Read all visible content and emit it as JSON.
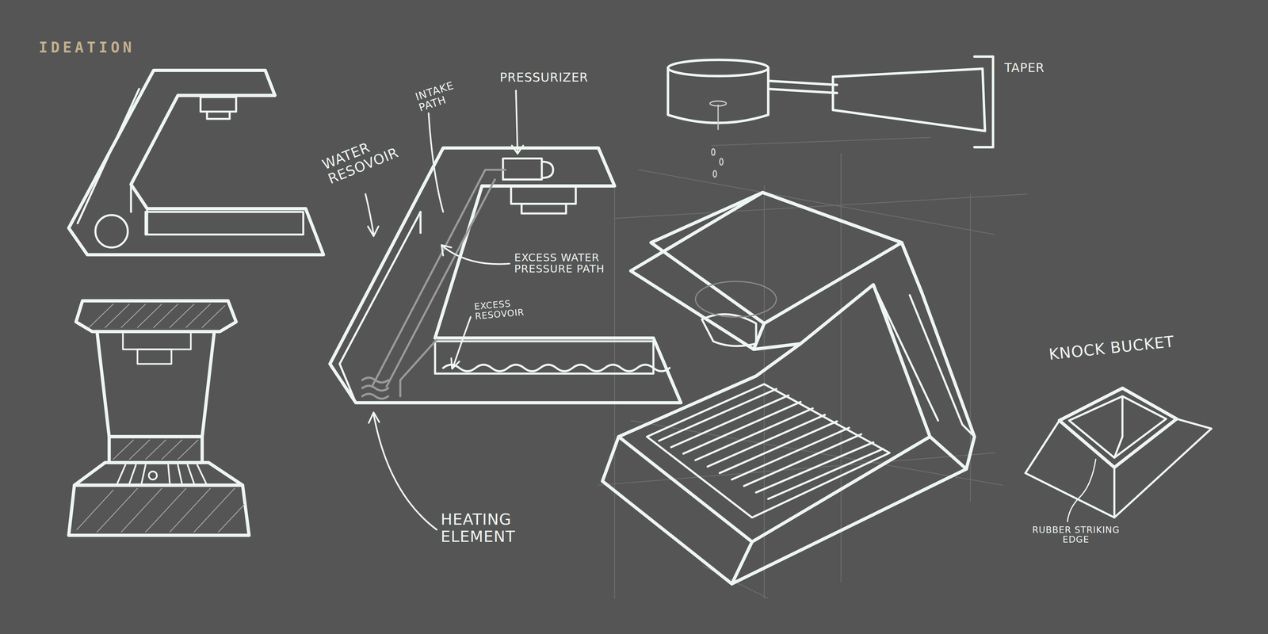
{
  "diagram": {
    "title": "IDEATION",
    "labels": [
      "PRESSURIZER",
      "INTAKE PATH",
      "WATER RESOVOIR",
      "EXCESS WATER PRESSURE PATH",
      "EXCESS RESOVOIR",
      "HEATING ELEMENT",
      "TAPER",
      "KNOCK BUCKET",
      "RUBBER STRIKING EDGE"
    ]
  }
}
